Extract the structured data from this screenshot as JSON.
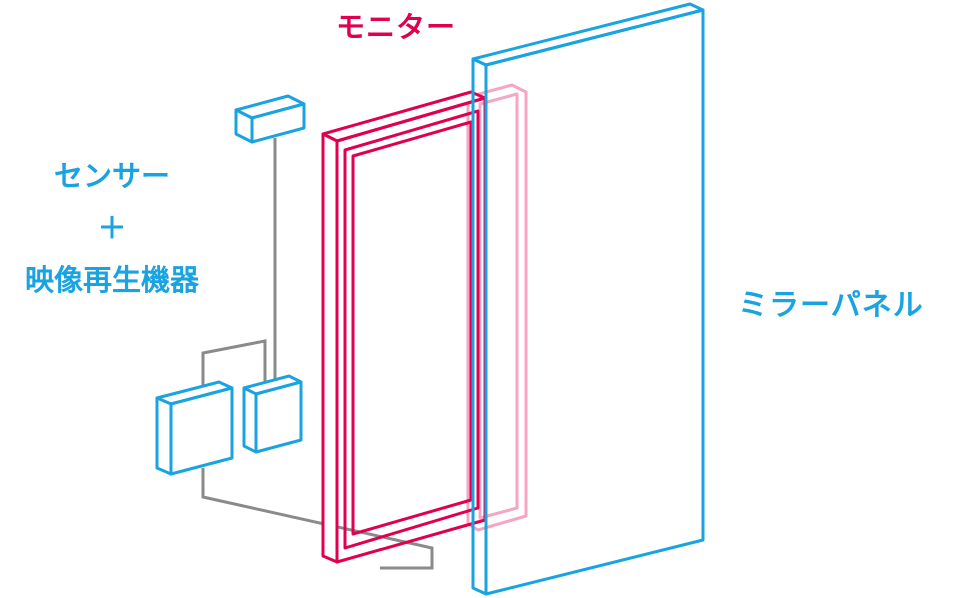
{
  "labels": {
    "monitor": "モニター",
    "sensor_line1": "センサー",
    "sensor_plus": "＋",
    "sensor_line2": "映像再生機器",
    "mirror_panel": "ミラーパネル"
  },
  "colors": {
    "monitor": "#e0004f",
    "monitor_back": "#f4a6c4",
    "mirror": "#1aa3e1",
    "cable": "#8a8a8a",
    "device": "#1aa3e1"
  }
}
